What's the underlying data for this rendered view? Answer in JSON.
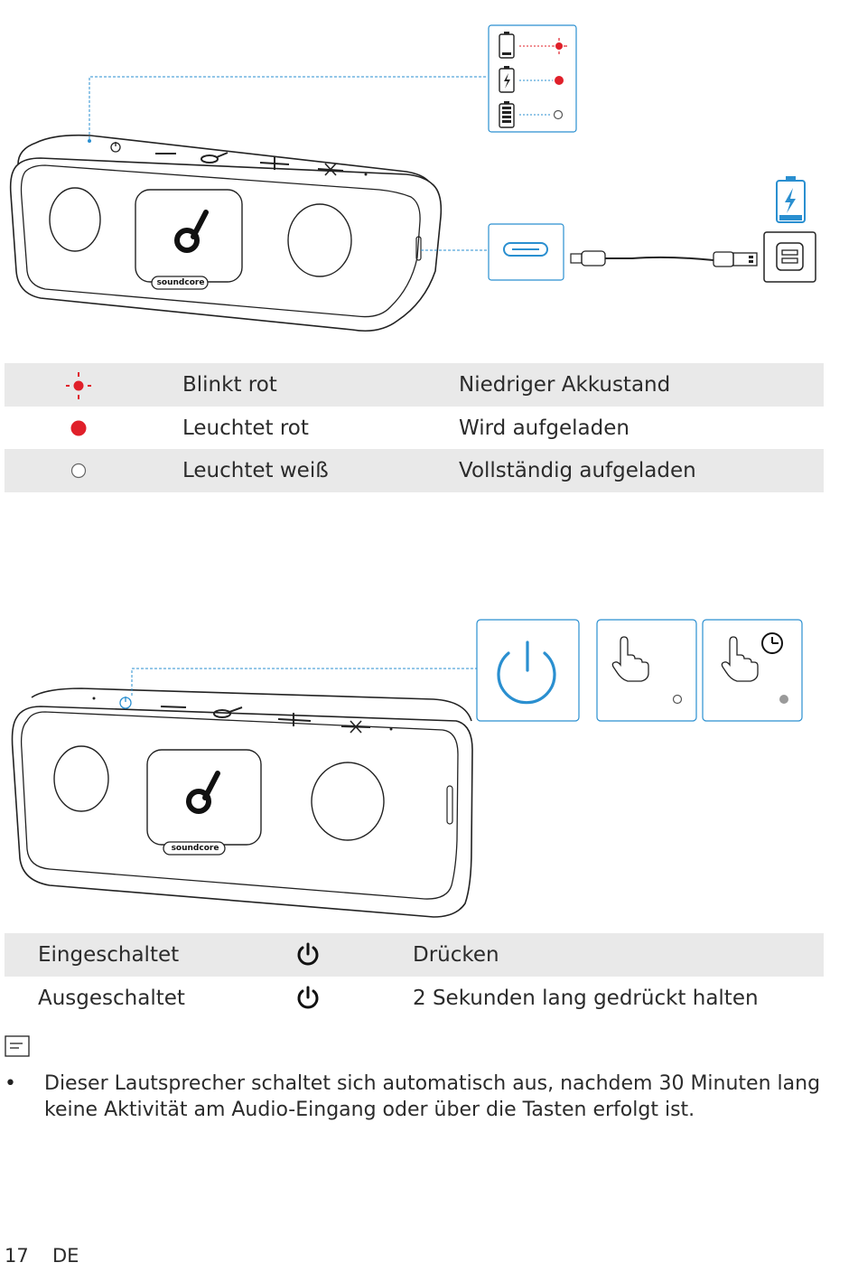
{
  "charging": {
    "status_rows": [
      {
        "state": "Blinkt rot",
        "meaning": "Niedriger Akkustand"
      },
      {
        "state": "Leuchtet rot",
        "meaning": "Wird aufgeladen"
      },
      {
        "state": "Leuchtet weiß",
        "meaning": "Vollständig aufgeladen"
      }
    ]
  },
  "power": {
    "rows": [
      {
        "state": "Eingeschaltet",
        "action": "Drücken"
      },
      {
        "state": "Ausgeschaltet",
        "action": "2 Sekunden lang gedrückt halten"
      }
    ]
  },
  "brand_logo_text": "soundcore",
  "note": {
    "bullet_line1": "Dieser Lautsprecher schaltet sich automatisch aus, nachdem 30 Minuten lang",
    "bullet_line2": "keine Aktivität am Audio-Eingang oder über die Tasten erfolgt ist."
  },
  "footer": {
    "page_number": "17",
    "language": "DE"
  },
  "colors": {
    "red_led": "#e0202a",
    "blue_accent": "#2a8fd0",
    "table_shade": "#e9e9e9",
    "grey_led": "#9a9a9a"
  }
}
